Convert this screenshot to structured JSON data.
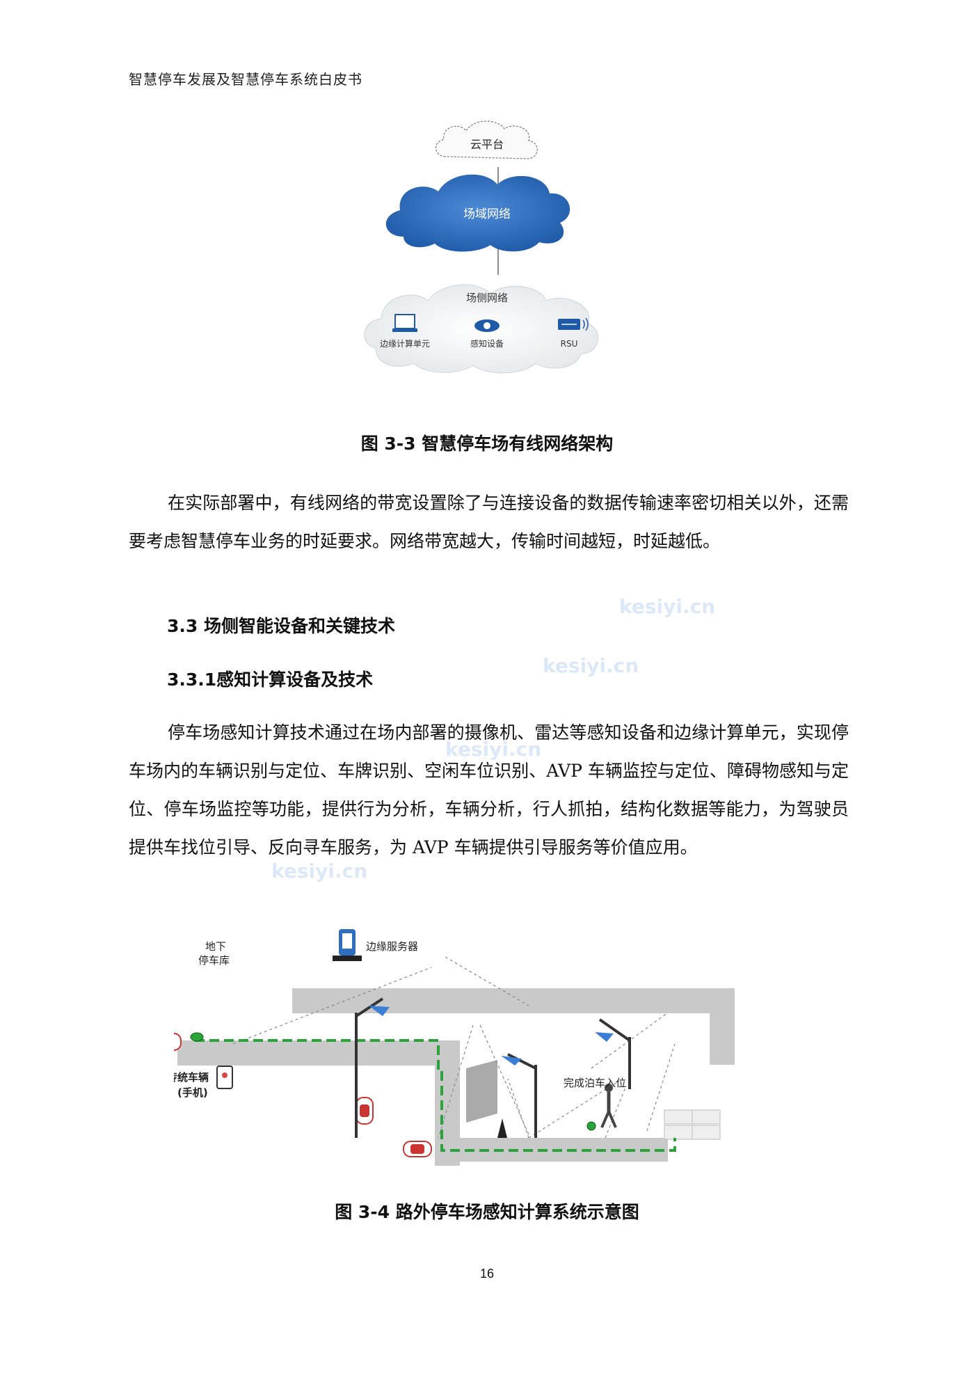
{
  "header": "智慧停车发展及智慧停车系统白皮书",
  "figure1": {
    "cloud_top": "云平台",
    "cloud_mid": "场域网络",
    "cloud_bottom": "场侧网络",
    "device_1": "边缘计算单元",
    "device_2": "感知设备",
    "device_3": "RSU",
    "caption": "图 3-3 智慧停车场有线网络架构"
  },
  "paragraph1": "在实际部署中，有线网络的带宽设置除了与连接设备的数据传输速率密切相关以外，还需要考虑智慧停车业务的时延要求。网络带宽越大，传输时间越短，时延越低。",
  "section_3_3": "3.3 场侧智能设备和关键技术",
  "section_3_3_1": "3.3.1感知计算设备及技术",
  "paragraph2": "停车场感知计算技术通过在场内部署的摄像机、雷达等感知设备和边缘计算单元，实现停车场内的车辆识别与定位、车牌识别、空闲车位识别、AVP 车辆监控与定位、障碍物感知与定位、停车场监控等功能，提供行为分析，车辆分析，行人抓拍，结构化数据等能力，为驾驶员提供车找位引导、反向寻车服务，为 AVP 车辆提供引导服务等价值应用。",
  "figure2": {
    "label_garage_line1": "地下",
    "label_garage_line2": "停车库",
    "label_server": "边缘服务器",
    "label_car_line1": "传统车辆",
    "label_car_line2": "(手机)",
    "label_done": "完成泊车入位",
    "caption": "图 3-4 路外停车场感知计算系统示意图"
  },
  "watermark": "kesiyi.cn",
  "page_number": "16",
  "colors": {
    "cloud_blue": "#2f6fc0",
    "path_green": "#2aa33a",
    "road_gray": "#c9c9c9"
  }
}
